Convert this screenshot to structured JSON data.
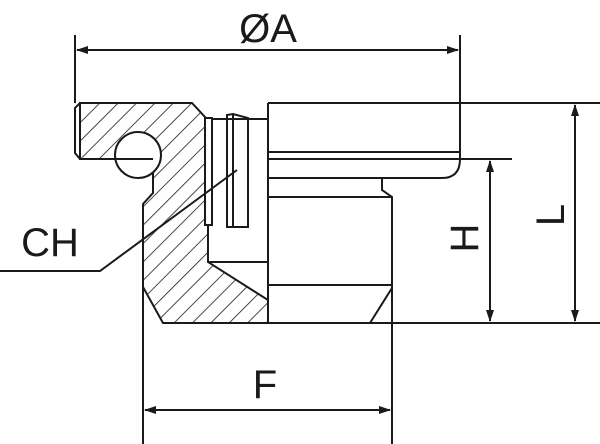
{
  "labels": {
    "diameter_a": "ØA",
    "ch": "CH",
    "h": "H",
    "l": "L",
    "f": "F"
  },
  "colors": {
    "line": "#1a1a1a",
    "background": "#ffffff"
  }
}
